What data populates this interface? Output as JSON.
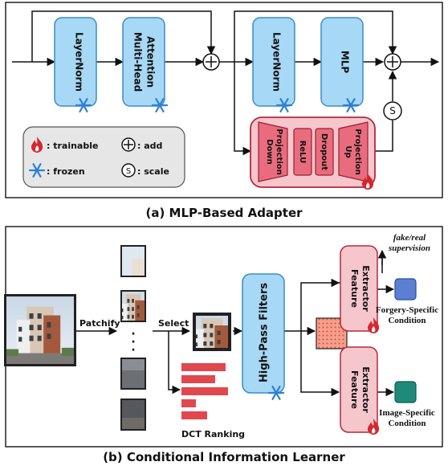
{
  "panel_a": {
    "caption": "(a) MLP-Based Adapter",
    "blocks": {
      "layernorm1": "LayerNorm",
      "mha_line1": "Multi-Head",
      "mha_line2": "Attention",
      "layernorm2": "LayerNorm",
      "mlp": "MLP"
    },
    "adapter": {
      "down_line1": "Down",
      "down_line2": "Projection",
      "relu": "ReLU",
      "dropout": "Dropout",
      "up_line1": "Up",
      "up_line2": "Projection"
    },
    "scale_symbol": "S",
    "legend": {
      "trainable": ": trainable",
      "add": ": add",
      "frozen": ": frozen",
      "scale": ": scale",
      "scale_symbol": "S"
    }
  },
  "panel_b": {
    "caption": "(b) Conditional Information Learner",
    "patchify": "Patchify",
    "select": "Select",
    "dots": "·\n·\n·",
    "dct_ranking": "DCT Ranking",
    "hpf": "High-Pass Filters",
    "fe1_line1": "Feature",
    "fe1_line2": "Extractor",
    "fe2_line1": "Feature",
    "fe2_line2": "Extractor",
    "supervision_line1": "fake/real",
    "supervision_line2": "supervision",
    "forgery_line1": "Forgery-Specific",
    "forgery_line2": "Condition",
    "image_line1": "Image-Specific",
    "image_line2": "Condition"
  },
  "colors": {
    "block_fill": "#a7d8f5",
    "block_stroke": "#3a8cc8",
    "adapter_fill": "#f5c6cc",
    "adapter_stroke": "#b5283a",
    "inner_fill": "#e86c7d",
    "flame": "#d7262e",
    "snow": "#2f7fd6",
    "forgery_cond": "#5b7fd1",
    "image_cond": "#1f8a7a",
    "dct_bar": "#e0484e"
  },
  "dct_ranking_bars": [
    55,
    42,
    58,
    18,
    32
  ]
}
